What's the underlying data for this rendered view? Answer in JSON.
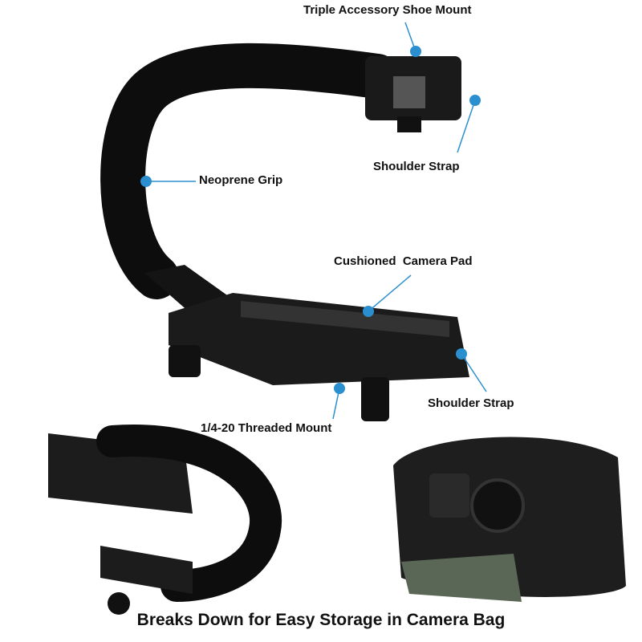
{
  "labels": {
    "shoe_mount": "Triple Accessory Shoe Mount",
    "shoulder_strap_top": "Shoulder Strap",
    "grip": "Neoprene Grip",
    "camera_pad": "Cushioned  Camera Pad",
    "shoulder_strap_bottom": "Shoulder Strap",
    "threaded_mount": "1/4-20 Threaded Mount"
  },
  "caption": "Breaks Down for Easy Storage in Camera Bag",
  "colors": {
    "callout": "#2b8fcf",
    "product": "#111111"
  }
}
